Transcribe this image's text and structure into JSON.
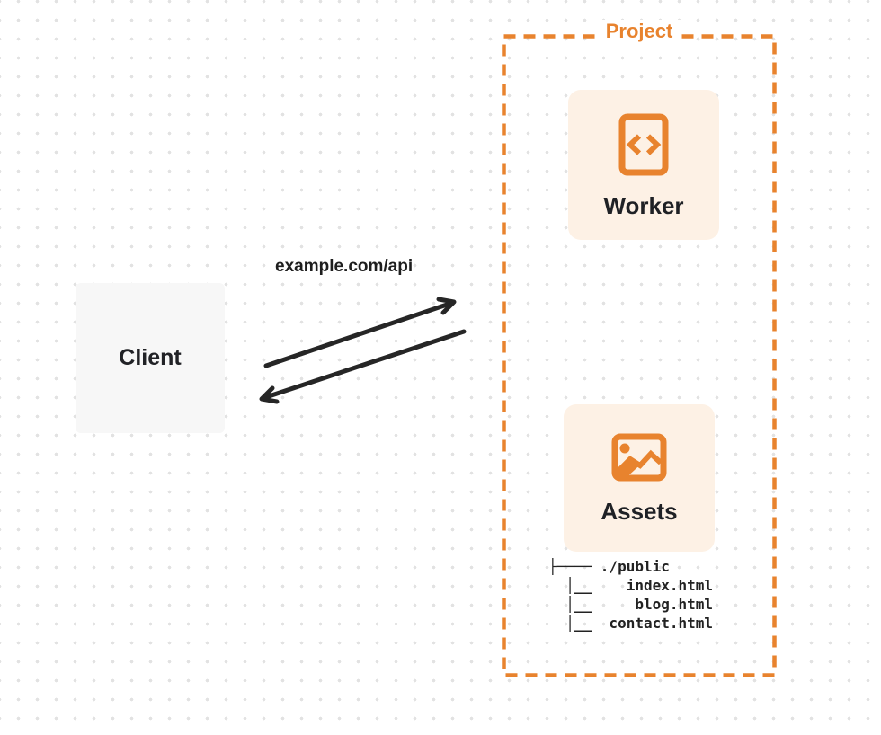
{
  "colors": {
    "accent_orange": "#e8832e",
    "card_background": "#fdf1e5",
    "client_background": "#f7f7f7",
    "arrow_dark": "#262626",
    "dot_grid": "#e2e2e2"
  },
  "client": {
    "label": "Client"
  },
  "request": {
    "label": "example.com/api"
  },
  "project": {
    "label": "Project",
    "worker": {
      "label": "Worker",
      "icon": "code-document-icon"
    },
    "assets": {
      "label": "Assets",
      "icon": "image-icon"
    },
    "file_tree": {
      "root": "./public",
      "files": [
        "index.html",
        "blog.html",
        "contact.html"
      ],
      "ascii_lines": [
        "├──── ./public",
        "  │__    index.html",
        "  │__     blog.html",
        "  │__  contact.html"
      ]
    }
  }
}
